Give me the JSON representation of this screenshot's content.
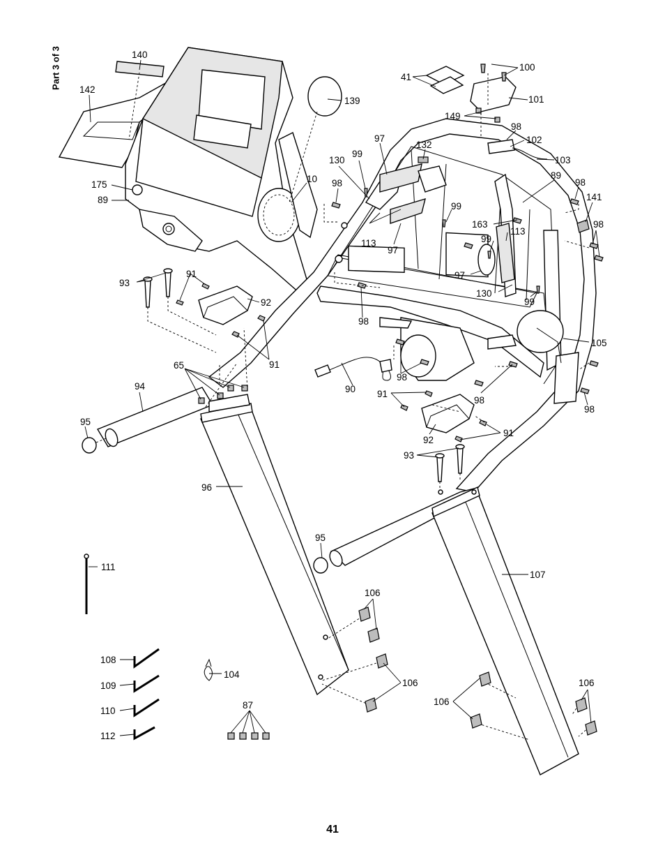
{
  "page": {
    "part_indicator": "Part 3 of 3",
    "page_number": "41"
  },
  "callouts": {
    "c140": "140",
    "c142": "142",
    "c175": "175",
    "c89a": "89",
    "c10": "10",
    "c139": "139",
    "c41": "41",
    "c100": "100",
    "c101": "101",
    "c149": "149",
    "c98a": "98",
    "c102": "102",
    "c103": "103",
    "c97a": "97",
    "c132": "132",
    "c99a": "99",
    "c130a": "130",
    "c98b": "98",
    "c89b": "89",
    "c98c": "98",
    "c141": "141",
    "c99b": "99",
    "c98d": "98",
    "c163": "163",
    "c113a": "113",
    "c99c": "99",
    "c113b": "113",
    "c97b": "97",
    "c97c": "97",
    "c130b": "130",
    "c99d": "99",
    "c93a": "93",
    "c91a": "91",
    "c92a": "92",
    "c98e": "98",
    "c105": "105",
    "c65": "65",
    "c91b": "91",
    "c94": "94",
    "c90": "90",
    "c98f": "98",
    "c98g": "98",
    "c91c": "91",
    "c98h": "98",
    "c95a": "95",
    "c92b": "92",
    "c91d": "91",
    "c93b": "93",
    "c96": "96",
    "c95b": "95",
    "c107": "107",
    "c111": "111",
    "c106a": "106",
    "c108": "108",
    "c104": "104",
    "c106b": "106",
    "c109": "109",
    "c106c": "106",
    "c106d": "106",
    "c110": "110",
    "c87": "87",
    "c112": "112"
  }
}
